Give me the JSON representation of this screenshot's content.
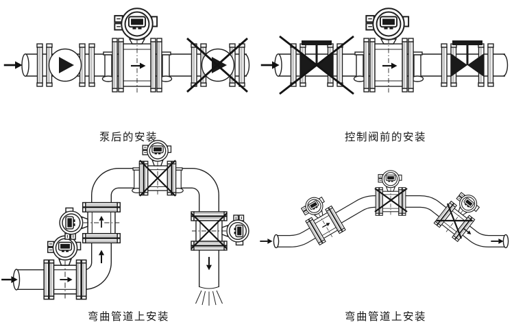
{
  "colors": {
    "background": "#ffffff",
    "line": "#1f1f1f",
    "solid_fill": "#1a1a1a",
    "flange_shade": "#c4c4c4",
    "lcd": "#1a1a1a"
  },
  "figures": {
    "top_left": {
      "caption": "泵后的安装",
      "shows": [
        "inlet-flow-arrow",
        "pump",
        "electromagnetic-flowmeter",
        "crossed-out-pump"
      ]
    },
    "top_right": {
      "caption": "控制阀前的安装",
      "shows": [
        "inlet-flow-arrow",
        "crossed-out-control-valve",
        "electromagnetic-flowmeter",
        "control-valve"
      ]
    },
    "bottom_left": {
      "caption": "弯曲管道上安装",
      "shows": [
        "inlet-flow-arrow",
        "horizontal-flowmeter",
        "vertical-flowmeter",
        "crossed-out-top-flowmeter",
        "crossed-out-discharge-flowmeter",
        "open-discharge-spray"
      ]
    },
    "bottom_right": {
      "caption": "弯曲管道上安装",
      "shows": [
        "inlet-flow-arrow",
        "ascending-flowmeter",
        "crossed-out-top-flowmeter",
        "crossed-out-descending-flowmeter",
        "outlet-flow-arrow"
      ]
    }
  }
}
